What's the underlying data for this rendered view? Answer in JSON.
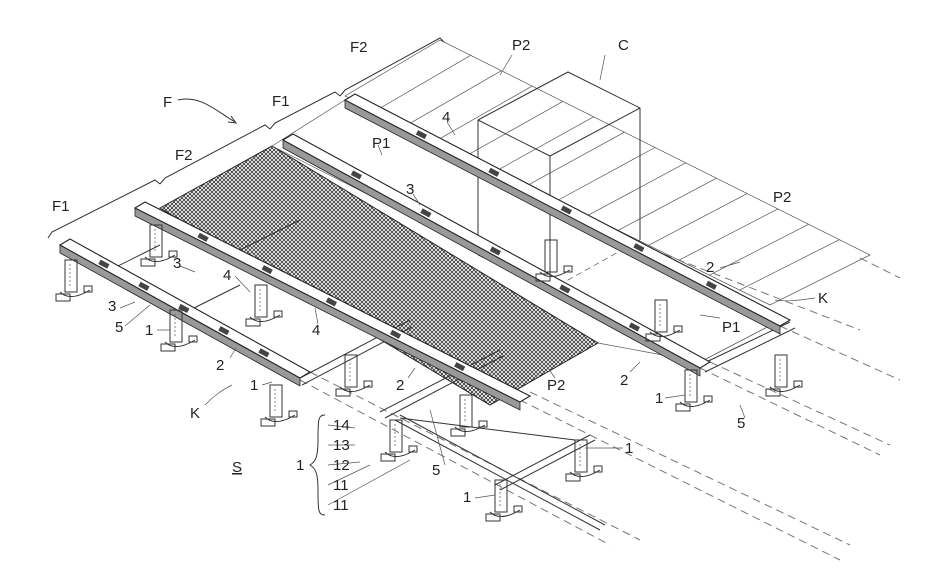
{
  "figure": {
    "labels": [
      "F",
      "F1",
      "F2",
      "F2",
      "F1",
      "P2",
      "C",
      "P1",
      "4",
      "3",
      "4",
      "3",
      "3",
      "5",
      "1",
      "4",
      "2",
      "1",
      "K",
      "2",
      "P2",
      "2",
      "P1",
      "K",
      "P2",
      "2",
      "1",
      "5",
      "14",
      "13",
      "12",
      "11",
      "11",
      "1",
      "S",
      "5",
      "1",
      "1"
    ],
    "scale_mark": "S"
  }
}
